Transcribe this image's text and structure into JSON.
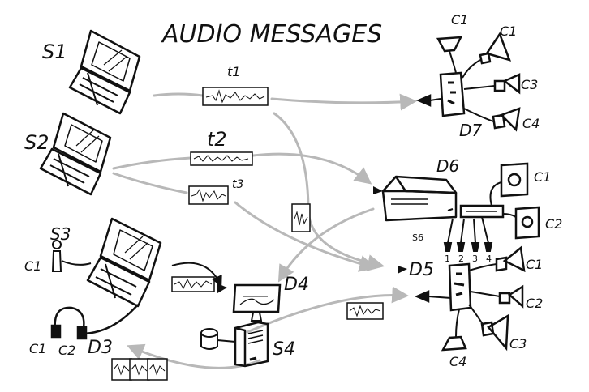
{
  "title": "AUDIO MESSAGES",
  "sources": {
    "s1": "S1",
    "s2": "S2",
    "s3": "S3",
    "s4": "S4"
  },
  "devices": {
    "d3": "D3",
    "d4": "D4",
    "d5": "D5",
    "d6": "D6",
    "d7": "D7"
  },
  "tracks": {
    "t1": "t1",
    "t2": "t2",
    "t3": "t3"
  },
  "channels": {
    "d7": [
      "C1",
      "C1",
      "C3",
      "C4"
    ],
    "d6": [
      "C1",
      "C2"
    ],
    "d5": [
      "C1",
      "C2",
      "C3",
      "C4"
    ],
    "s3_c1": "C1",
    "d3": [
      "C1",
      "C2"
    ]
  },
  "d6_box_label": "S6",
  "d6_jacks": [
    "1",
    "2",
    "3",
    "4"
  ],
  "colors": {
    "ink": "#111111",
    "arrow": "#b8b8b8"
  }
}
